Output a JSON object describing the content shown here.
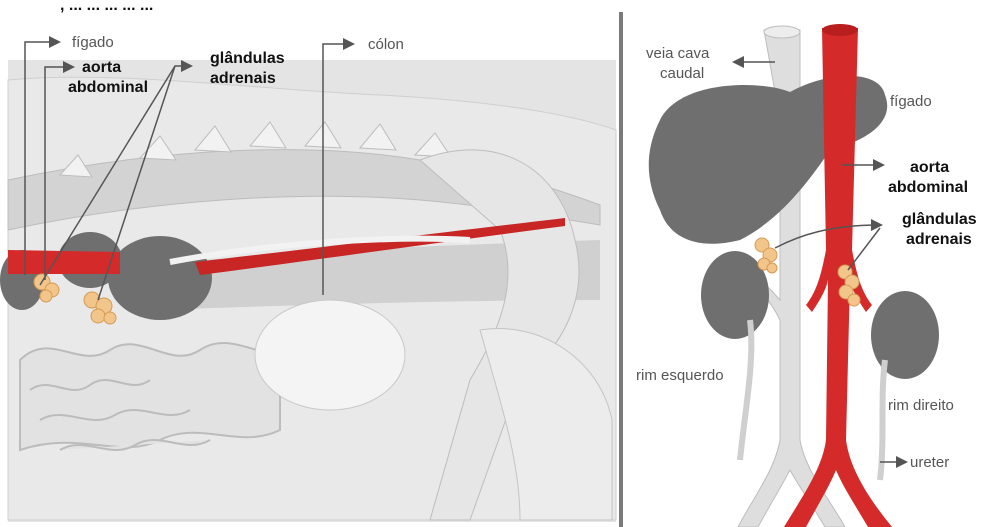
{
  "header": {
    "caption": ", ... ... ...  ... ..."
  },
  "left_panel": {
    "labels": {
      "liver": "fígado",
      "aorta_line1": "aorta",
      "aorta_line2": "abdominal",
      "adrenal_line1": "glândulas",
      "adrenal_line2": "adrenais",
      "colon": "cólon"
    }
  },
  "right_panel": {
    "labels": {
      "vena_cava_line1": "veia cava",
      "vena_cava_line2": "caudal",
      "liver": "fígado",
      "aorta_line1": "aorta",
      "aorta_line2": "abdominal",
      "adrenal_line1": "glândulas",
      "adrenal_line2": "adrenais",
      "left_kidney": "rim esquerdo",
      "right_kidney": "rim direito",
      "ureter": "ureter"
    }
  },
  "colors": {
    "aorta": "#d42a2a",
    "adrenal": "#f2c68a",
    "organ_gray": "#6f6f6f",
    "vena_cava": "#dedede",
    "divider": "#7a7a7a"
  }
}
